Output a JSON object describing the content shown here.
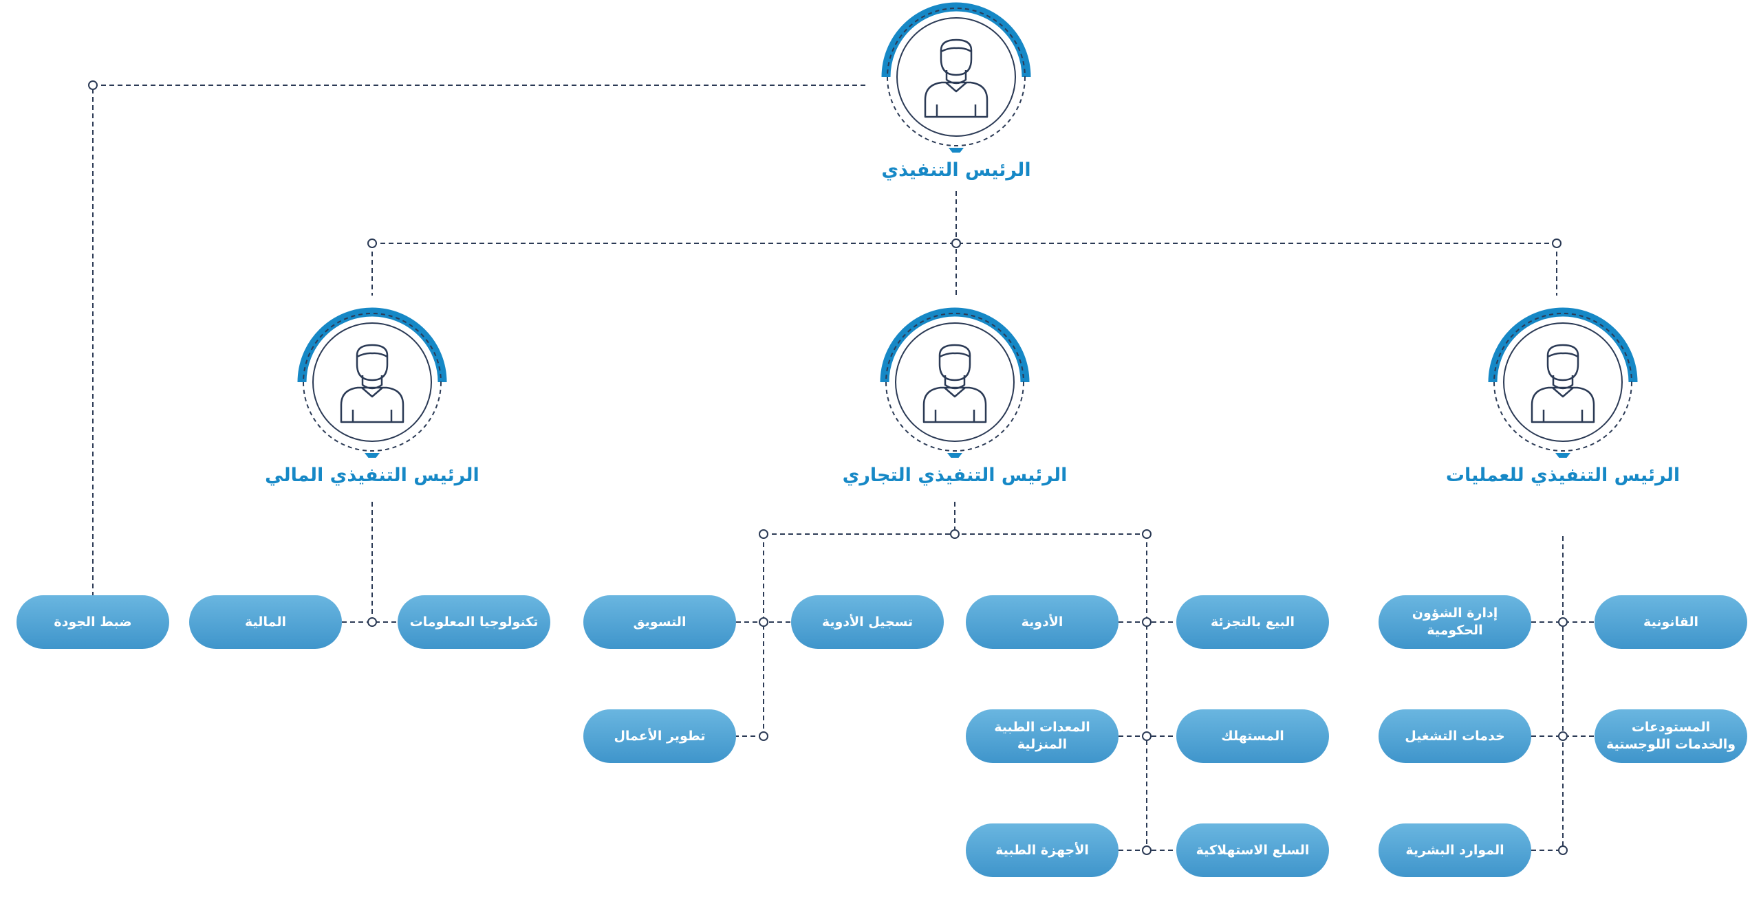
{
  "colors": {
    "accent": "#1688c6",
    "pill_top": "#6ab6e0",
    "pill_bottom": "#3f95cb",
    "line": "#2b3a55"
  },
  "titles": {
    "ceo": "الرئيس التنفيذي",
    "cfo": "الرئيس التنفيذي المالي",
    "cco": "الرئيس التنفيذي التجاري",
    "coo": "الرئيس التنفيذي للعمليات"
  },
  "units": {
    "quality_control": "ضبط الجودة",
    "finance": "المالية",
    "it": "تكنولوجيا المعلومات",
    "marketing": "التسويق",
    "drug_registration": "تسجيل الأدوية",
    "business_development": "تطوير الأعمال",
    "medicines": "الأدوية",
    "retail": "البيع بالتجزئة",
    "home_medical_equipment": "المعدات الطبية المنزلية",
    "consumer": "المستهلك",
    "medical_devices": "الأجهزة الطبية",
    "consumer_goods": "السلع الاستهلاكية",
    "gov_affairs": "إدارة الشؤون الحكومية",
    "legal": "القانونية",
    "operations_services": "خدمات التشغيل",
    "warehouses_logistics": "المستودعات والخدمات اللوجستية",
    "hr": "الموارد البشرية"
  }
}
